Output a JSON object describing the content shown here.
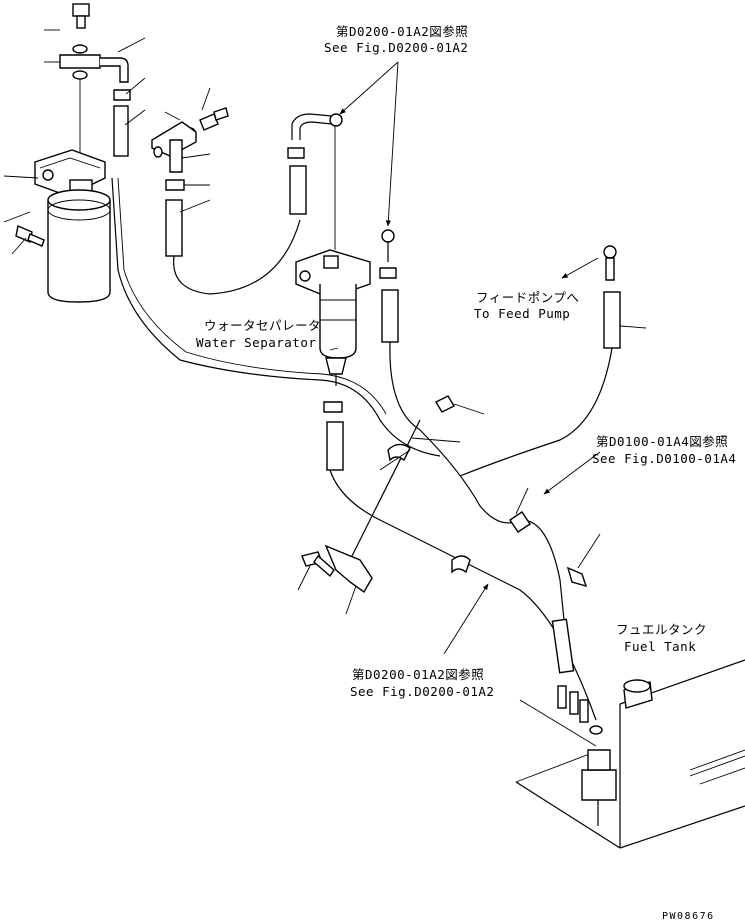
{
  "labels": {
    "ref_top_jp": "第D0200-01A2図参照",
    "ref_top_en": "See Fig.D0200-01A2",
    "water_sep_jp": "ウォータセパレータ",
    "water_sep_en": "Water Separator",
    "feed_pump_jp": "フィードポンプへ",
    "feed_pump_en": "To Feed Pump",
    "ref_mid_jp": "第D0100-01A4図参照",
    "ref_mid_en": "See Fig.D0100-01A4",
    "fuel_tank_jp": "フュエルタンク",
    "fuel_tank_en": "Fuel Tank",
    "ref_bot_jp": "第D0200-01A2図参照",
    "ref_bot_en": "See Fig.D0200-01A2",
    "drawing_no": "PW08676"
  }
}
